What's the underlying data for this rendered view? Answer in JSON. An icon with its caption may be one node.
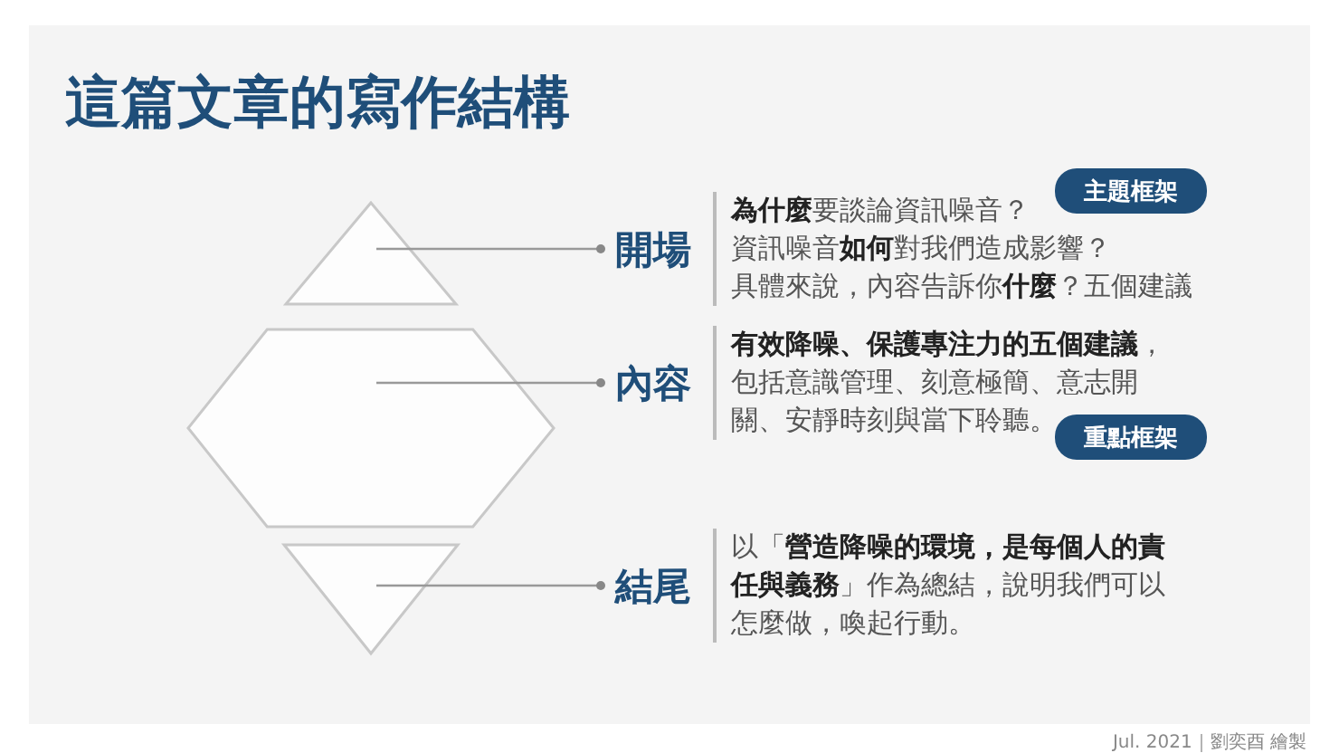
{
  "diagram": {
    "title": "這篇文章的寫作結構",
    "nodes": [
      {
        "text": [],
        "shape": "triangle"
      },
      {
        "text": [],
        "shape": "hexagon"
      },
      {
        "text": [],
        "shape": "triangle"
      },
      {
        "text": [
          "開場",
          "**為什麼**要談論資訊噪音？",
          "資訊噪音**如何**對我們造成影響？",
          "具體來說，內容告訴你**什麼**？五個建議"
        ]
      },
      {
        "text": [
          "內容",
          "**有效降噪、保護專注力的五個建議**，包括意識管理、刻意極簡、意志開關、安靜時刻與當下聆聽。"
        ]
      },
      {
        "text": [
          "結尾",
          "以「**營造降噪的環境，是每個人的責任與義務**」作為總結，說明我們可以怎麼做，喚起行動。"
        ]
      },
      {
        "text": [
          "主題框架"
        ]
      },
      {
        "text": [
          "重點框架"
        ]
      }
    ],
    "edges": [
      {
        "from": 3,
        "to": 0,
        "arrow": "other"
      },
      {
        "from": 4,
        "to": 1,
        "arrow": "other"
      },
      {
        "from": 5,
        "to": 2,
        "arrow": "other"
      }
    ],
    "labels": [
      "Jul. 2021｜劉奕酉 繪製"
    ]
  }
}
